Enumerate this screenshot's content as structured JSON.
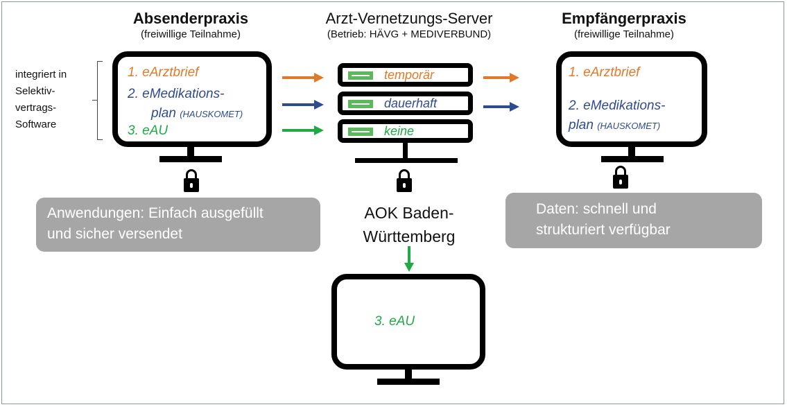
{
  "sender": {
    "title": "Absenderpraxis",
    "subtitle": "(freiwillige Teilnahme)",
    "items": {
      "item1": "1. eArztbrief",
      "item2_line1": "2. eMedikations-",
      "item2_line2": "plan",
      "item2_small": "(HAUSKOMET)",
      "item3": "3. eAU"
    },
    "integration_note": [
      "integriert in",
      "Selektiv-",
      "vertrags-",
      "Software"
    ],
    "box_text": [
      "Anwendungen: Einfach ausgefüllt",
      "und sicher versendet"
    ]
  },
  "server": {
    "title": "Arzt-Vernetzungs-Server",
    "subtitle": "(Betrieb: HÄVG + MEDIVERBUND)",
    "slots": [
      {
        "label": "temporär",
        "color": "#e07a2a"
      },
      {
        "label": "dauerhaft",
        "color": "#2e4b8f"
      },
      {
        "label": "keine",
        "color": "#1faa45"
      }
    ]
  },
  "receiver": {
    "title": "Empfängerpraxis",
    "subtitle": "(freiwillige Teilnahme)",
    "items": {
      "item1": "1. eArztbrief",
      "item2_line1": "2. eMedikations-",
      "item2_line2": "plan",
      "item2_small": "(HAUSKOMET)"
    },
    "box_text": [
      "Daten: schnell und",
      "strukturiert verfügbar"
    ]
  },
  "aok": {
    "label_line1": "AOK Baden-",
    "label_line2": "Württemberg",
    "item": "3. eAU"
  },
  "colors": {
    "orange": "#e07a2a",
    "blue": "#2e4b8f",
    "green": "#1faa45",
    "grey_box": "#a6a6a6",
    "chip_green": "#5cb85c"
  }
}
